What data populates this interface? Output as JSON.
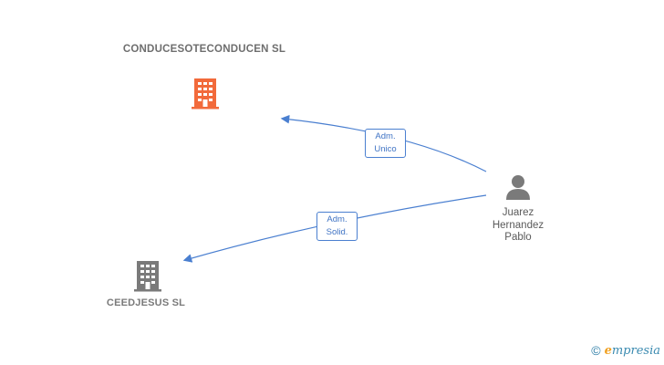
{
  "nodes": {
    "company_main": {
      "name": "CONDUCESOTECONDUCEN SL",
      "color": "#f26a3b"
    },
    "company_secondary": {
      "name": "CEEDJESUS SL",
      "color": "#7a7a7a"
    },
    "person": {
      "name": "Juarez Hernandez Pablo",
      "color": "#7a7a7a"
    }
  },
  "edges": [
    {
      "from": "person",
      "to": "company_main",
      "role": "Adm.\nUnico"
    },
    {
      "from": "person",
      "to": "company_secondary",
      "role": "Adm.\nSolid."
    }
  ],
  "colors": {
    "edge": "#4a7fd0",
    "badge_text": "#3f73c4"
  },
  "footer": {
    "copyright_symbol": "©",
    "brand_initial": "e",
    "brand_rest": "mpresia"
  }
}
